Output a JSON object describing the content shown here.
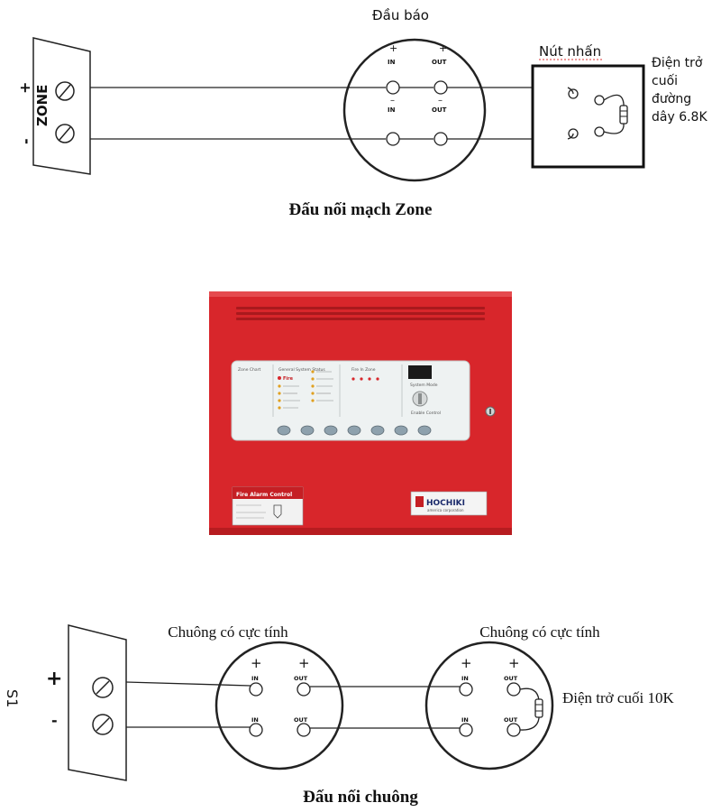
{
  "zone_diagram": {
    "detector_label": "Đầu báo",
    "button_label": "Nút nhấn",
    "resistor_label_lines": [
      "Điện trở",
      "cuối",
      "đường",
      "dây 6.8K"
    ],
    "zone_label": "ZONE",
    "plus": "+",
    "minus": "-",
    "term_in_top": "IN",
    "term_out_top": "OUT",
    "term_in_bottom": "IN",
    "term_out_bottom": "OUT",
    "caption": "Đấu nối mạch Zone"
  },
  "panel": {
    "title": "Fire Alarm Control",
    "brand": "HOCHIKI",
    "brand_sub": "america corporation",
    "zone_chart": "Zone Chart",
    "general_status": "General System Status",
    "fire_label": "Fire",
    "fire_to_zone": "Fire In Zone",
    "system_mode": "System Mode",
    "enable_control": "Enable Control",
    "colors": {
      "body": "#d8262b",
      "face": "#eef2f2",
      "accent": "#c51f24"
    }
  },
  "bell_diagram": {
    "bell_label_1": "Chuông có cực tính",
    "bell_label_2": "Chuông có cực tính",
    "s1_label": "S1",
    "plus": "+",
    "minus": "-",
    "term_in": "IN",
    "term_out": "OUT",
    "resistor_label": "Điện trở cuối 10K",
    "caption": "Đấu nối chuông"
  }
}
